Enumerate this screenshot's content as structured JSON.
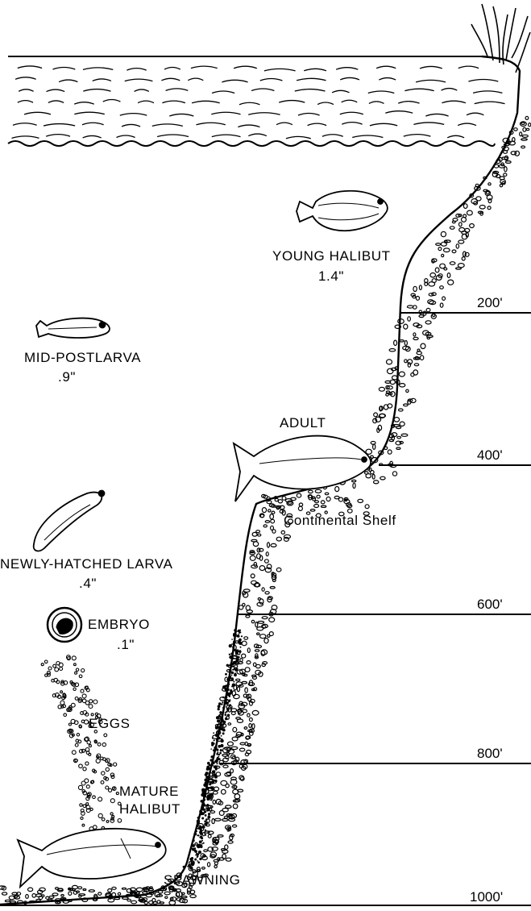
{
  "stages": {
    "young_halibut": {
      "label": "YOUNG HALIBUT",
      "size": "1.4\""
    },
    "mid_postlarva": {
      "label": "MID-POSTLARVA",
      "size": ".9\""
    },
    "adult": {
      "label": "ADULT"
    },
    "newly_hatched_larva": {
      "label": "NEWLY-HATCHED LARVA",
      "size": ".4\""
    },
    "embryo": {
      "label": "EMBRYO",
      "size": ".1\""
    },
    "eggs": {
      "label": "EGGS"
    },
    "mature_halibut": {
      "label_line1": "MATURE",
      "label_line2": "HALIBUT"
    },
    "spawning": {
      "label": "SPAWNING"
    }
  },
  "features": {
    "continental_shelf": "Continental Shelf"
  },
  "depths": [
    "200'",
    "400'",
    "600'",
    "800'",
    "1000'"
  ],
  "colors": {
    "ink": "#000000",
    "paper": "#ffffff"
  }
}
